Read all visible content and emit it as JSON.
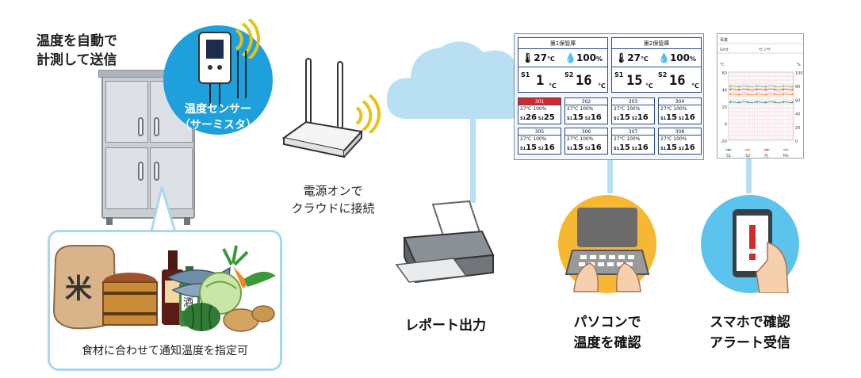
{
  "heading": {
    "line1": "温度を自動で",
    "line2": "計測して送信"
  },
  "sensor": {
    "line1": "温度センサー",
    "line2": "（サーミスタ）"
  },
  "food": {
    "caption": "食材に合わせて通知温度を指定可",
    "rice_glyph": "米",
    "sake_glyph": "酒"
  },
  "router": {
    "line1": "電源オンで",
    "line2": "クラウドに接続"
  },
  "dashboard": {
    "panels": [
      {
        "title": "第1保管庫",
        "temp": "27",
        "temp_unit": "℃",
        "humid": "100",
        "humid_unit": "%",
        "s1": "1",
        "s2": "16",
        "unit": "℃"
      },
      {
        "title": "第2保管庫",
        "temp": "27",
        "temp_unit": "℃",
        "humid": "100",
        "humid_unit": "%",
        "s1": "15",
        "s2": "16",
        "unit": "℃"
      }
    ],
    "cells": [
      {
        "id": "301",
        "alert": true,
        "stat": "27℃ 100%",
        "s1": "26",
        "s2": "25"
      },
      {
        "id": "302",
        "alert": false,
        "stat": "27℃ 100%",
        "s1": "15",
        "s2": "16"
      },
      {
        "id": "303",
        "alert": false,
        "stat": "27℃ 100%",
        "s1": "15",
        "s2": "16"
      },
      {
        "id": "304",
        "alert": false,
        "stat": "27℃ 100%",
        "s1": "15",
        "s2": "16"
      },
      {
        "id": "305",
        "alert": false,
        "stat": "27℃ 100%",
        "s1": "15",
        "s2": "16"
      },
      {
        "id": "306",
        "alert": false,
        "stat": "27℃ 100%",
        "s1": "15",
        "s2": "16"
      },
      {
        "id": "307",
        "alert": false,
        "stat": "27℃ 100%",
        "s1": "15",
        "s2": "16"
      },
      {
        "id": "308",
        "alert": false,
        "stat": "27℃ 100%",
        "s1": "15",
        "s2": "16"
      }
    ]
  },
  "phone_chart": {
    "header": [
      "事業",
      "Grid",
      "センサ"
    ],
    "left_axis_unit": "℃",
    "right_axis_unit": "%",
    "left_ticks": [
      "60",
      "40",
      "20",
      "0",
      "-20"
    ],
    "right_ticks": [
      "100",
      "80",
      "60",
      "40",
      "20",
      "0"
    ],
    "legend": [
      "S1",
      "S2",
      "内",
      "Rh"
    ],
    "colors": [
      "#2aa198",
      "#f39a1e",
      "#e0507a",
      "#7cc26a"
    ]
  },
  "outputs": {
    "printer": "レポート出力",
    "pc_line1": "パソコンで",
    "pc_line2": "温度を確認",
    "phone_line1": "スマホで確認",
    "phone_line2": "アラート受信"
  },
  "colors": {
    "accent_blue": "#1ea0dc",
    "light_blue": "#b9dff3",
    "pc_yellow": "#f6b733",
    "phone_blue": "#5cc3ec"
  }
}
